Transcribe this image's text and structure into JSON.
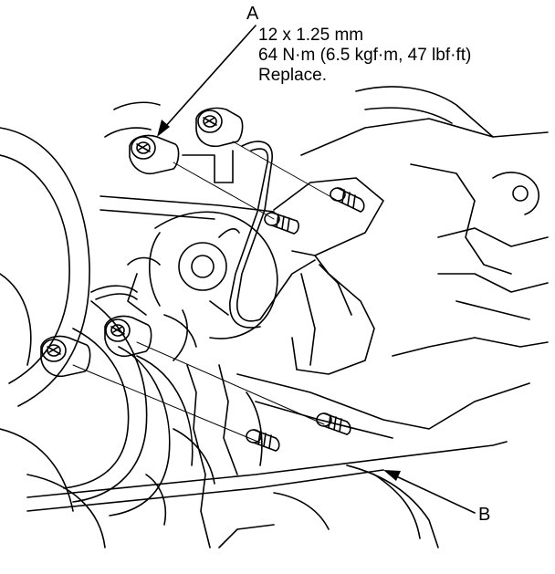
{
  "callouts": {
    "a": {
      "letter": "A",
      "lines": [
        "12 x 1.25 mm",
        "64 N·m (6.5 kgf·m, 47 lbf·ft)",
        "Replace."
      ]
    },
    "b": {
      "letter": "B"
    }
  },
  "colors": {
    "ink": "#000000",
    "paper": "#ffffff"
  }
}
